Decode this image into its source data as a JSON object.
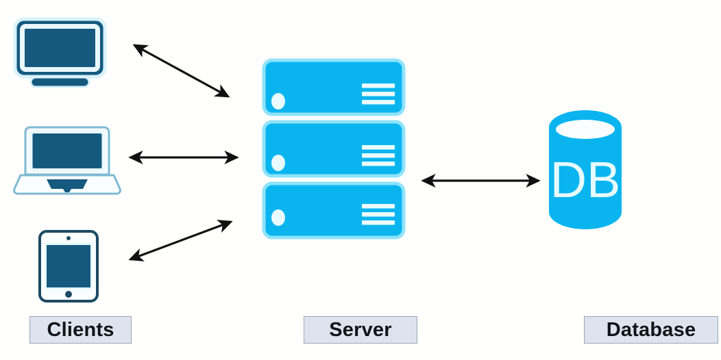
{
  "diagram": {
    "title": "Client-Server-Database architecture diagram",
    "type": "architecture-flow",
    "background_color": "#FFFFFE",
    "palette": {
      "cyan": "#0AB5EF",
      "cyan_glow": "#8FE3FB",
      "dark_teal": "#155A7E",
      "light_outline": "#D8F2FC",
      "arrow_black": "#111111",
      "caption_fill": "#DDE4ED",
      "caption_border": "#9AA6B4",
      "caption_text": "#111418"
    }
  },
  "captions": {
    "clients": "Clients",
    "server": "Server",
    "database": "Database"
  },
  "nodes": {
    "clients": [
      {
        "id": "desktop",
        "icon_name": "desktop-monitor-icon",
        "label": "Desktop computer"
      },
      {
        "id": "laptop",
        "icon_name": "laptop-icon",
        "label": "Laptop computer"
      },
      {
        "id": "tablet",
        "icon_name": "tablet-icon",
        "label": "Tablet device"
      }
    ],
    "server": {
      "id": "server-stack",
      "icon_name": "server-stack-icon",
      "label": "Server",
      "units": 3,
      "unit_names": [
        "server-unit-top",
        "server-unit-middle",
        "server-unit-bottom"
      ]
    },
    "database": {
      "id": "database-cylinder",
      "icon_name": "database-cylinder-icon",
      "label": "DB",
      "text": "DB"
    }
  },
  "connections": [
    {
      "id": "desktop-server",
      "from": "desktop",
      "to": "server",
      "style": "double-headed-arrow",
      "direction": "bidirectional"
    },
    {
      "id": "laptop-server",
      "from": "laptop",
      "to": "server",
      "style": "double-headed-arrow",
      "direction": "bidirectional"
    },
    {
      "id": "tablet-server",
      "from": "tablet",
      "to": "server",
      "style": "double-headed-arrow",
      "direction": "bidirectional"
    },
    {
      "id": "server-database",
      "from": "server",
      "to": "database",
      "style": "double-headed-arrow",
      "direction": "bidirectional"
    }
  ]
}
